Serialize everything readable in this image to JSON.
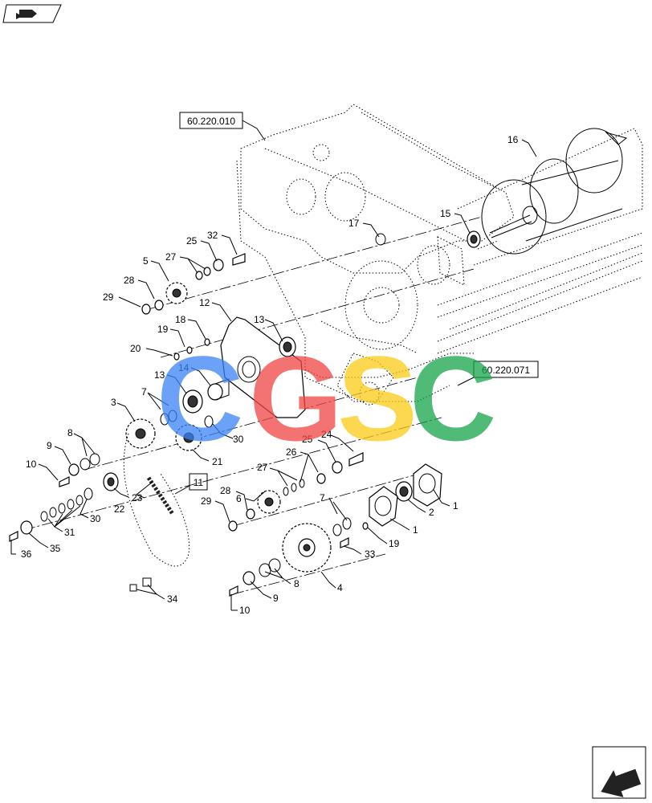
{
  "reference_boxes": {
    "frame_ref": "60.220.010",
    "gearbox_ref": "60.220.071",
    "chain_ref": "11"
  },
  "part_labels": [
    {
      "n": "16"
    },
    {
      "n": "15"
    },
    {
      "n": "17"
    },
    {
      "n": "32"
    },
    {
      "n": "25"
    },
    {
      "n": "27"
    },
    {
      "n": "5"
    },
    {
      "n": "28"
    },
    {
      "n": "29"
    },
    {
      "n": "12"
    },
    {
      "n": "18"
    },
    {
      "n": "13"
    },
    {
      "n": "19"
    },
    {
      "n": "20"
    },
    {
      "n": "13"
    },
    {
      "n": "14"
    },
    {
      "n": "7"
    },
    {
      "n": "3"
    },
    {
      "n": "30"
    },
    {
      "n": "21"
    },
    {
      "n": "8"
    },
    {
      "n": "9"
    },
    {
      "n": "10"
    },
    {
      "n": "24"
    },
    {
      "n": "25"
    },
    {
      "n": "26"
    },
    {
      "n": "27"
    },
    {
      "n": "6"
    },
    {
      "n": "28"
    },
    {
      "n": "29"
    },
    {
      "n": "22"
    },
    {
      "n": "23"
    },
    {
      "n": "30"
    },
    {
      "n": "31"
    },
    {
      "n": "35"
    },
    {
      "n": "36"
    },
    {
      "n": "7"
    },
    {
      "n": "2"
    },
    {
      "n": "1"
    },
    {
      "n": "1"
    },
    {
      "n": "19"
    },
    {
      "n": "33"
    },
    {
      "n": "4"
    },
    {
      "n": "8"
    },
    {
      "n": "9"
    },
    {
      "n": "10"
    },
    {
      "n": "34"
    }
  ],
  "watermark": {
    "letters": [
      "C",
      "G",
      "S",
      "C"
    ],
    "colors": [
      "#3b82f6",
      "#ef4444",
      "#facc15",
      "#16a34a"
    ]
  },
  "icons": {
    "top_left": "book-arrow-icon",
    "bottom_right": "next-page-arrow-icon"
  }
}
